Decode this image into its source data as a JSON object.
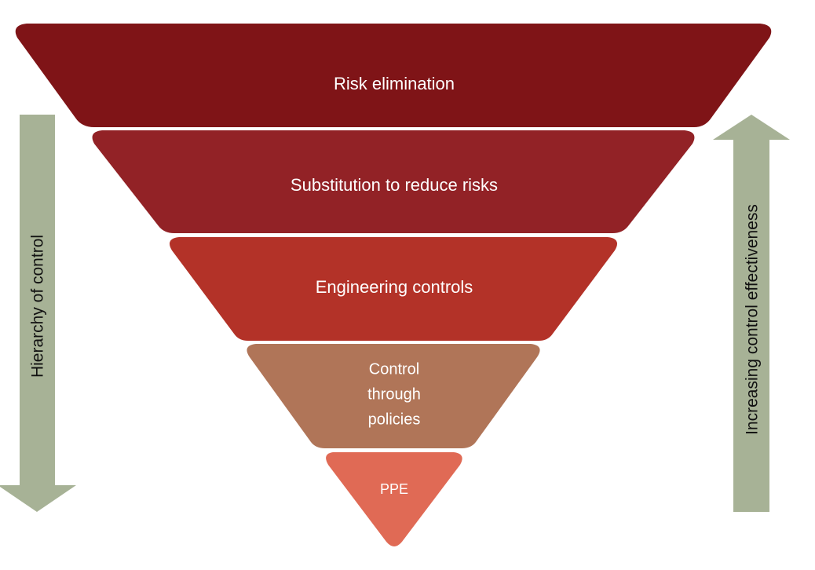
{
  "levels": [
    {
      "id": "risk-elimination",
      "label": "Risk elimination",
      "color": "#7f1417"
    },
    {
      "id": "substitution",
      "label": "Substitution to reduce risks",
      "color": "#922226"
    },
    {
      "id": "engineering-controls",
      "label": "Engineering controls",
      "color": "#b33228"
    },
    {
      "id": "control-through-policies",
      "lines": [
        "Control",
        "through",
        "policies"
      ],
      "color": "#b07558"
    },
    {
      "id": "ppe",
      "label": "PPE",
      "color": "#e06a55"
    }
  ],
  "left_arrow": {
    "label": "Hierarchy of control",
    "color": "#a7b296"
  },
  "right_arrow": {
    "label": "Increasing control effectiveness",
    "color": "#a7b296"
  }
}
